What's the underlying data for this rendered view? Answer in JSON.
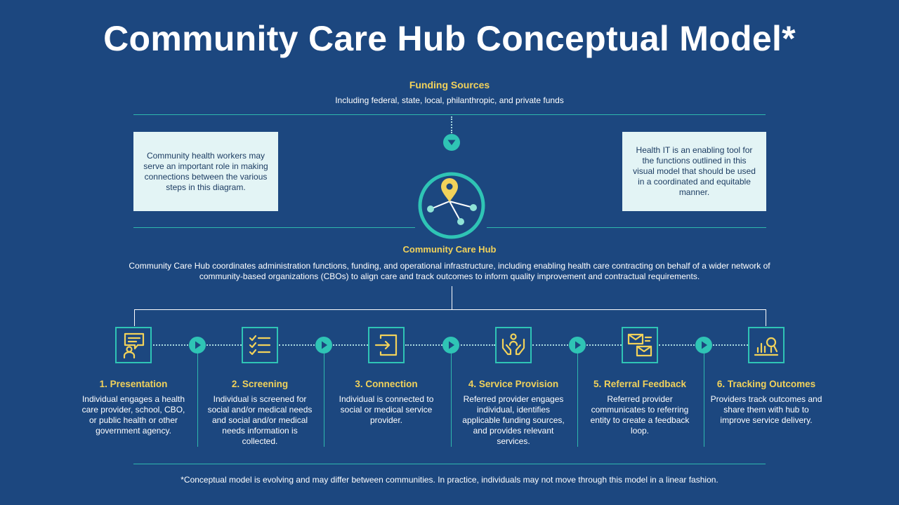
{
  "title": "Community Care Hub Conceptual Model*",
  "funding": {
    "title": "Funding Sources",
    "subtitle": "Including federal, state, local, philanthropic, and private funds"
  },
  "side_notes": {
    "left": "Community health workers may serve an important role in making connections between the various steps in this diagram.",
    "right": "Health IT is an enabling tool for the functions outlined in this visual model that should be used in a coordinated and equitable manner."
  },
  "hub": {
    "title": "Community Care Hub",
    "description": "Community Care Hub coordinates administration functions, funding, and operational infrastructure, including enabling health care contracting on behalf of a wider network of community-based organizations (CBOs) to align care and track outcomes to inform quality improvement and contractual requirements."
  },
  "steps": [
    {
      "title": "1. Presentation",
      "icon": "person-speech-icon",
      "description": "Individual engages a health care provider, school, CBO, or public health or other government agency."
    },
    {
      "title": "2. Screening",
      "icon": "checklist-icon",
      "description": "Individual is screened for social and/or medical needs and social and/or medical needs information is collected."
    },
    {
      "title": "3. Connection",
      "icon": "enter-icon",
      "description": "Individual is connected to social or medical service provider."
    },
    {
      "title": "4. Service Provision",
      "icon": "hands-care-icon",
      "description": "Referred provider engages individual, identifies applicable funding sources, and provides relevant services."
    },
    {
      "title": "5. Referral Feedback",
      "icon": "envelopes-icon",
      "description": "Referred provider communicates to referring entity to create a feedback loop."
    },
    {
      "title": "6. Tracking Outcomes",
      "icon": "chart-search-icon",
      "description": "Providers track outcomes and share them with hub to improve service delivery."
    }
  ],
  "footnote": "*Conceptual model is evolving and may differ between communities. In practice, individuals may not move through this model in a linear fashion.",
  "colors": {
    "background": "#1c477f",
    "accent_teal": "#2fc4b5",
    "accent_yellow": "#f2d25a",
    "note_box": "#e3f4f5"
  }
}
